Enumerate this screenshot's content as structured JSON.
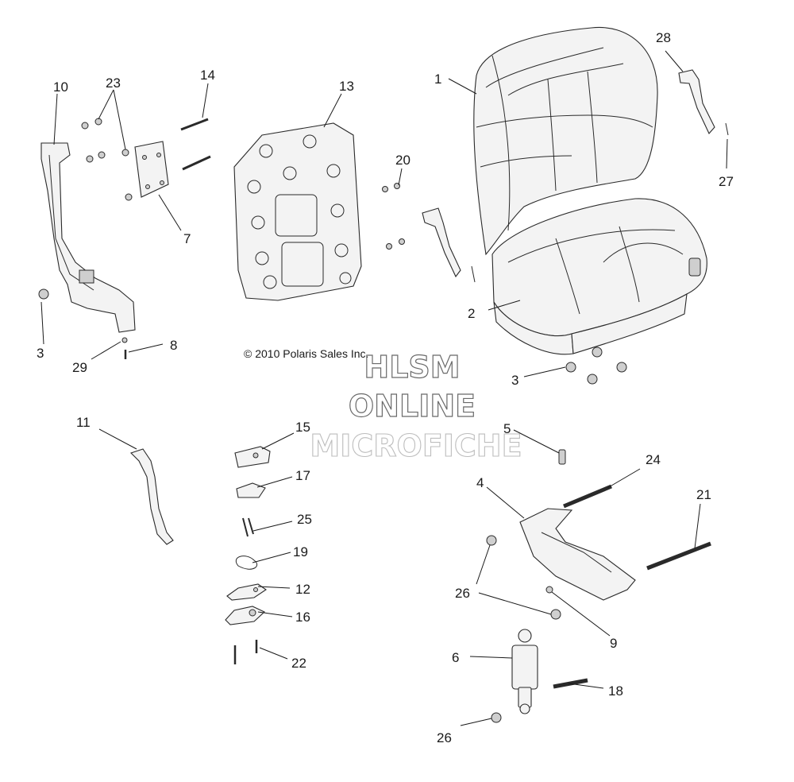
{
  "copyright": "© 2010 Polaris Sales Inc.",
  "watermark": {
    "line1": "HLSM",
    "line2": "ONLINE",
    "line3": "MICROFICHE"
  },
  "callouts": {
    "c1": "1",
    "c2": "2",
    "c3a": "3",
    "c3b": "3",
    "c4": "4",
    "c5": "5",
    "c6": "6",
    "c7": "7",
    "c8": "8",
    "c9": "9",
    "c10": "10",
    "c11": "11",
    "c12": "12",
    "c13": "13",
    "c14": "14",
    "c15": "15",
    "c16": "16",
    "c17": "17",
    "c18": "18",
    "c19": "19",
    "c20": "20",
    "c21": "21",
    "c22": "22",
    "c23": "23",
    "c24": "24",
    "c25": "25",
    "c26a": "26",
    "c26b": "26",
    "c27": "27",
    "c28": "28",
    "c29": "29"
  }
}
